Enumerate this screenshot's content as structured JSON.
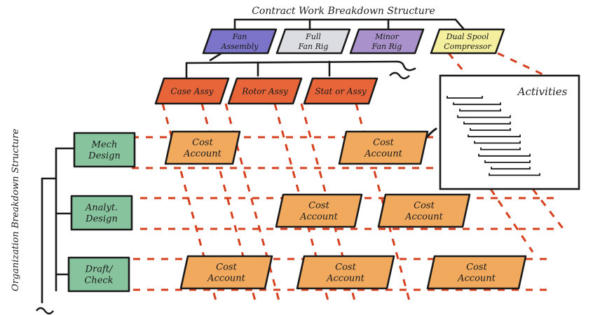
{
  "title": "Contract Work Breakdown Structure",
  "obs_label": "Organization Breakdown Structure",
  "activities_label": "Activities",
  "tilde": "~",
  "wbs_top": [
    {
      "id": "fan-assembly",
      "lines": [
        "Fan",
        "Assembly"
      ],
      "color": "#7b74c9"
    },
    {
      "id": "full-fan-rig",
      "lines": [
        "Full",
        "Fan Rig"
      ],
      "color": "#dcdde2"
    },
    {
      "id": "minor-fan-rig",
      "lines": [
        "Minor",
        "Fan Rig"
      ],
      "color": "#a992cc"
    },
    {
      "id": "dual-spool-compressor",
      "lines": [
        "Dual Spool",
        "Compressor"
      ],
      "color": "#f3ef9e"
    }
  ],
  "wbs_sub": [
    {
      "id": "case-assy",
      "label": "Case Assy",
      "color": "#e8653a"
    },
    {
      "id": "rotor-assy",
      "label": "Rotor Assy",
      "color": "#e8653a"
    },
    {
      "id": "stator-assy",
      "label": "Stat or Assy",
      "color": "#e8653a"
    }
  ],
  "obs": [
    {
      "id": "mech-design",
      "lines": [
        "Mech",
        "Design"
      ],
      "color": "#87c49d"
    },
    {
      "id": "analyt-design",
      "lines": [
        "Analyt.",
        "Design"
      ],
      "color": "#87c49d"
    },
    {
      "id": "draft-check",
      "lines": [
        "Draft/",
        "Check"
      ],
      "color": "#87c49d"
    }
  ],
  "cost_account": {
    "lines": [
      "Cost",
      "Account"
    ],
    "color": "#f1a95e"
  },
  "cost_cells": [
    {
      "row": 0,
      "col": 0
    },
    {
      "row": 0,
      "col": 2
    },
    {
      "row": 1,
      "col": 1
    },
    {
      "row": 1,
      "col": 2
    },
    {
      "row": 2,
      "col": 0
    },
    {
      "row": 2,
      "col": 1
    },
    {
      "row": 2,
      "col": 2
    }
  ],
  "activity_bar_count": 13
}
